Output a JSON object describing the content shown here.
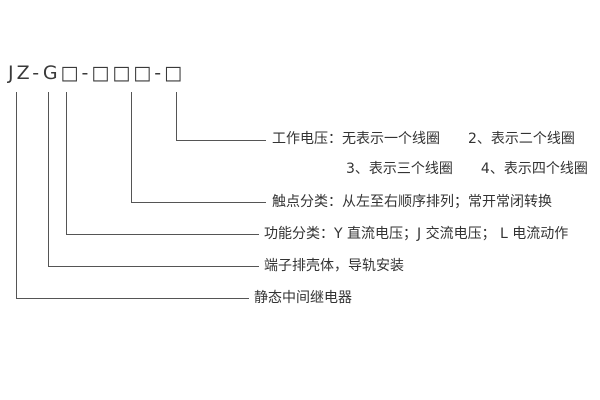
{
  "model_code": "JZ-G□-□□□-□",
  "callouts": {
    "working_voltage": {
      "line1": "工作电压：无表示一个线圈　　2、表示二个线圈",
      "line2": "3、表示三个线圈　　4、表示四个线圈"
    },
    "contact": {
      "text": "触点分类：从左至右顺序排列；常开常闭转换"
    },
    "function": {
      "text": "功能分类：Y 直流电压；J 交流电压； L 电流动作"
    },
    "housing": {
      "text": "端子排壳体，导轨安装"
    },
    "relay": {
      "text": "静态中间继电器"
    }
  },
  "colors": {
    "line": "#555555",
    "text": "#333333",
    "background": "#ffffff"
  }
}
